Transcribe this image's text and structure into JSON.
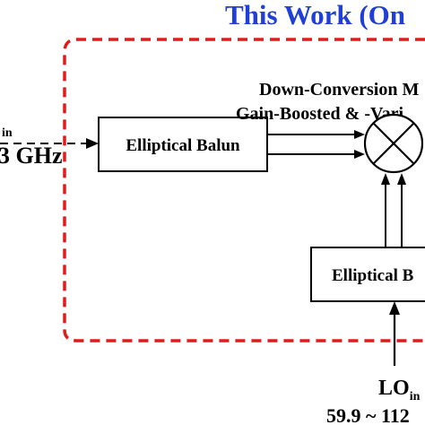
{
  "title": "This Work (On",
  "mixer_label": {
    "line1": "Down-Conversion M",
    "line2": "Gain-Boosted & -Vari"
  },
  "rf_input": {
    "sub": "in",
    "freq": "3 GHz"
  },
  "balun_rf": {
    "label": "Elliptical Balun"
  },
  "balun_lo": {
    "label": "Elliptical B"
  },
  "lo_input": {
    "main": "LO",
    "sub": "in",
    "freq": "59.9 ~ 112"
  },
  "colors": {
    "title": "#1f3fd6",
    "boundary": "#e01b1b",
    "lines": "#000000"
  }
}
